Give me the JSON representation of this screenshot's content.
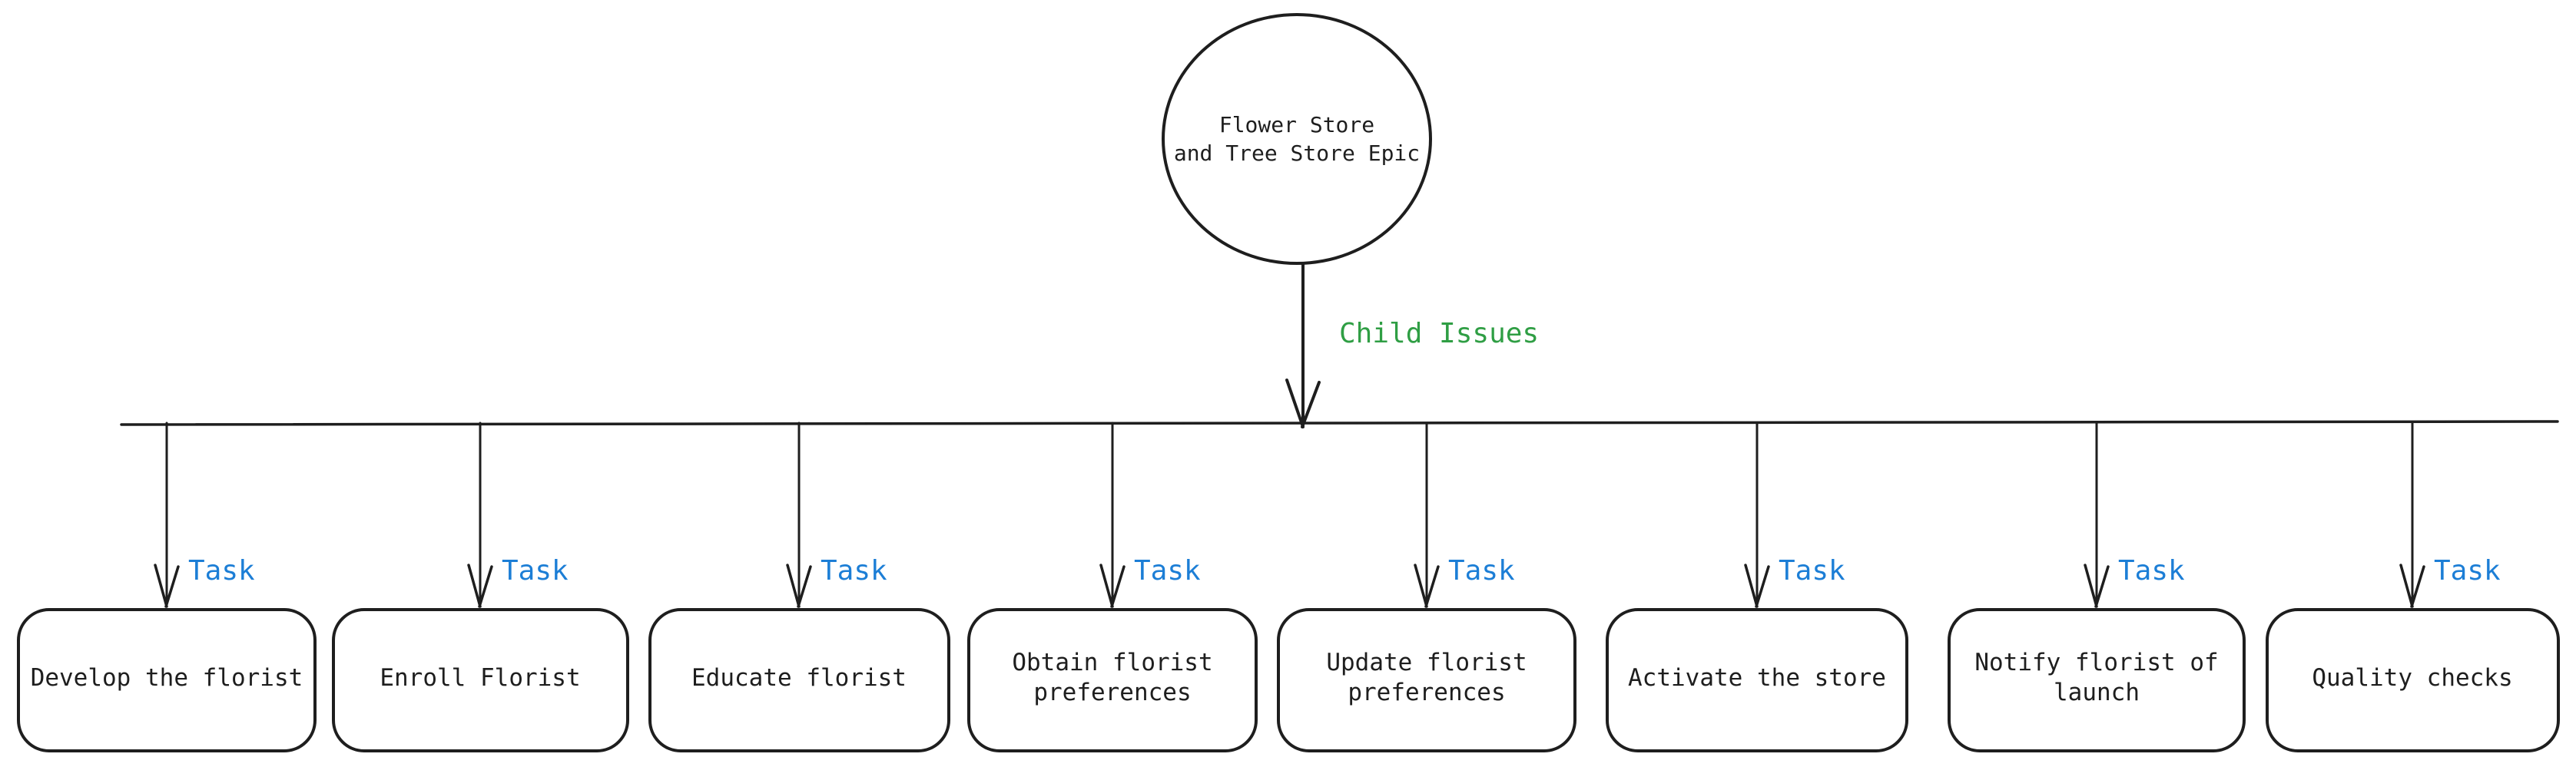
{
  "diagram": {
    "type": "flowchart",
    "epic": {
      "label": "Flower Store\nand Tree Store Epic"
    },
    "edge_labels": {
      "root_to_tasks": "Child Issues",
      "task": "Task"
    },
    "tasks": [
      {
        "label": "Develop the florist"
      },
      {
        "label": "Enroll Florist"
      },
      {
        "label": "Educate florist"
      },
      {
        "label": "Obtain florist\npreferences"
      },
      {
        "label": "Update florist\npreferences"
      },
      {
        "label": "Activate the store"
      },
      {
        "label": "Notify florist of\nlaunch"
      },
      {
        "label": "Quality checks"
      }
    ],
    "colors": {
      "stroke": "#1e1e1e",
      "edge_label_task": "#1c7ed6",
      "edge_label_child_issues": "#2f9e44",
      "background": "#ffffff"
    }
  }
}
